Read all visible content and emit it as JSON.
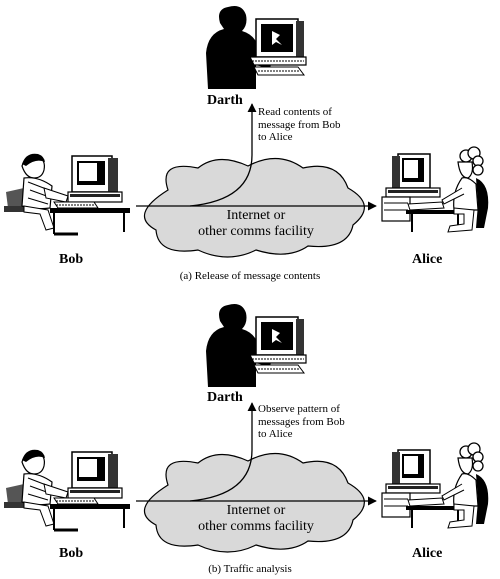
{
  "panels": [
    {
      "darth": "Darth",
      "bob": "Bob",
      "alice": "Alice",
      "cloud_line1": "Internet or",
      "cloud_line2": "other comms facility",
      "note_line1": "Read contents of",
      "note_line2": "message from Bob",
      "note_line3": "to Alice",
      "caption": "(a) Release of message contents"
    },
    {
      "darth": "Darth",
      "bob": "Bob",
      "alice": "Alice",
      "cloud_line1": "Internet or",
      "cloud_line2": "other comms facility",
      "note_line1": "Observe pattern of",
      "note_line2": "messages from Bob",
      "note_line3": "to Alice",
      "caption": "(b) Traffic analysis"
    }
  ],
  "colors": {
    "cloud_fill": "#d9d9d9",
    "line": "#000000"
  }
}
